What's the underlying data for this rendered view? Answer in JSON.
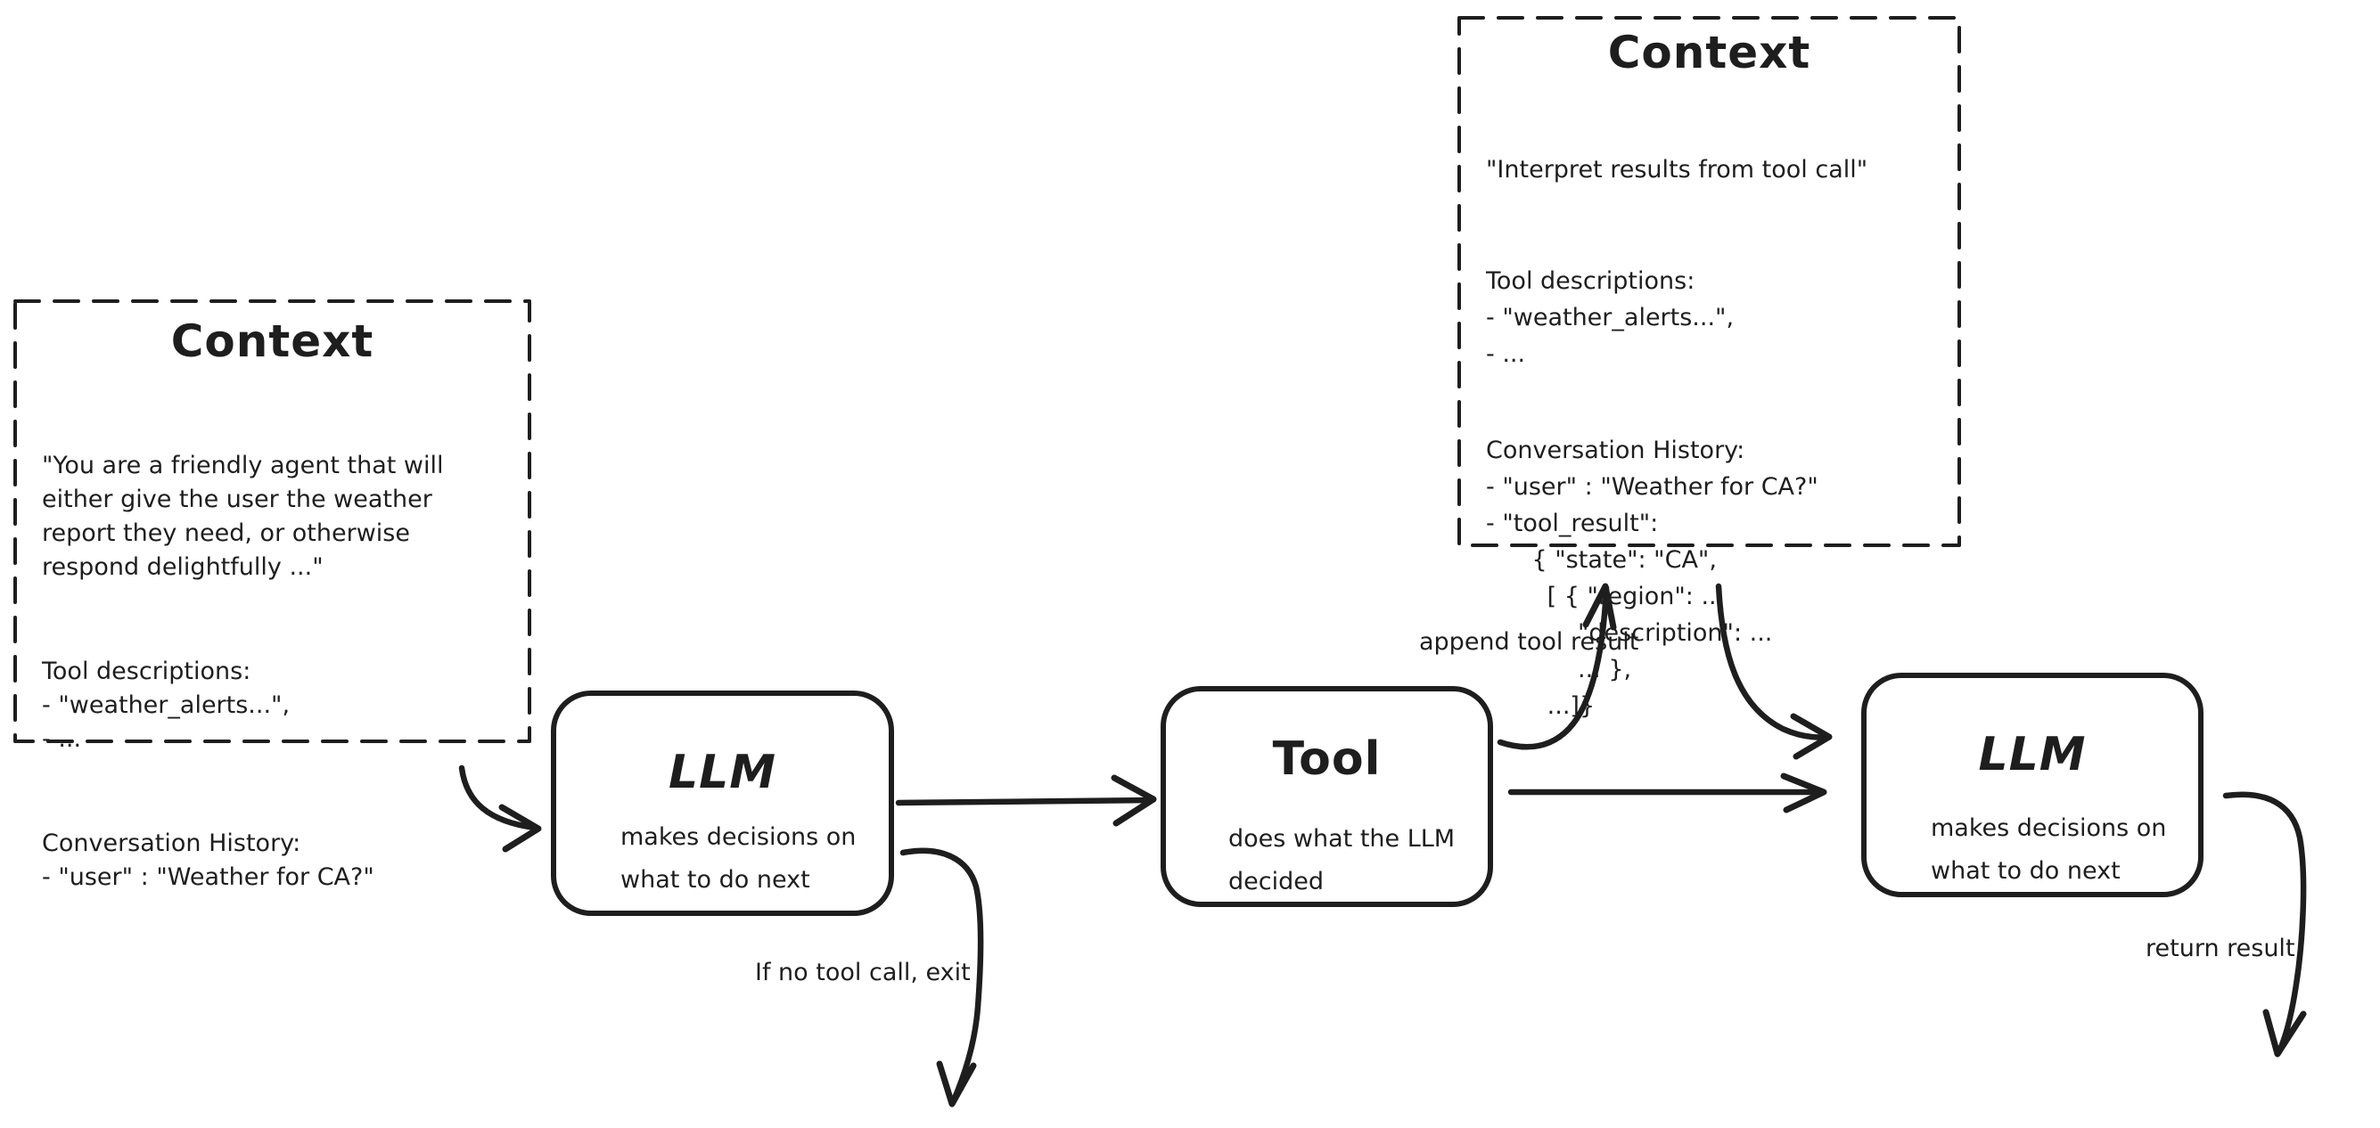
{
  "colors": {
    "ink": "#1e1e1e",
    "background": "#ffffff"
  },
  "context_left": {
    "title": "Context",
    "system_prompt": "\"You are a friendly agent that will\neither give the user the weather\nreport they need, or otherwise\nrespond delightfully ...\"",
    "tool_descriptions": "Tool descriptions:\n- \"weather_alerts...\",\n- ...",
    "conversation_history": "Conversation History:\n- \"user\" : \"Weather for CA?\""
  },
  "context_top": {
    "title": "Context",
    "instruction": "\"Interpret results from tool call\"",
    "tool_descriptions": "Tool descriptions:\n- \"weather_alerts...\",\n- ...",
    "conversation_history": "Conversation History:\n- \"user\" : \"Weather for CA?\"\n- \"tool_result\":\n      { \"state\": \"CA\",\n        [ { \"region\": ...\n            \"description\": ...\n            ... },\n        ...]}"
  },
  "nodes": {
    "llm1": {
      "title": "LLM",
      "description": "makes decisions on\nwhat to do next"
    },
    "tool": {
      "title": "Tool",
      "description": "does what the LLM\ndecided"
    },
    "llm2": {
      "title": "LLM",
      "description": "makes decisions on\nwhat to do next"
    }
  },
  "edge_labels": {
    "append_tool_result": "append tool result",
    "if_no_tool_call": "If no tool call, exit",
    "return_result": "return result"
  }
}
